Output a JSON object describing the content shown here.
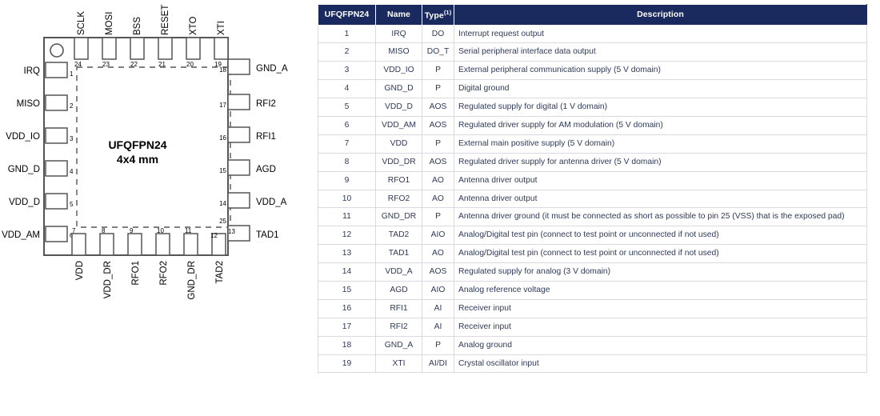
{
  "package_diagram": {
    "center_title": "UFQFPN24",
    "center_subtitle": "4x4 mm",
    "exposed_pad_number": "25",
    "pin1_marker": "pin1-dot-circle",
    "top_pins": [
      {
        "number": "24",
        "label": "SCLK"
      },
      {
        "number": "23",
        "label": "MOSI"
      },
      {
        "number": "22",
        "label": "BSS"
      },
      {
        "number": "21",
        "label": "RESET"
      },
      {
        "number": "20",
        "label": "XTO"
      },
      {
        "number": "19",
        "label": "XTI"
      }
    ],
    "left_pins": [
      {
        "number": "1",
        "label": "IRQ"
      },
      {
        "number": "2",
        "label": "MISO"
      },
      {
        "number": "3",
        "label": "VDD_IO"
      },
      {
        "number": "4",
        "label": "GND_D"
      },
      {
        "number": "5",
        "label": "VDD_D"
      },
      {
        "number": "6",
        "label": "VDD_AM"
      }
    ],
    "right_pins": [
      {
        "number": "18",
        "label": "GND_A"
      },
      {
        "number": "17",
        "label": "RFI2"
      },
      {
        "number": "16",
        "label": "RFI1"
      },
      {
        "number": "15",
        "label": "AGD"
      },
      {
        "number": "14",
        "label": "VDD_A"
      },
      {
        "number": "13",
        "label": "TAD1"
      }
    ],
    "bottom_pins": [
      {
        "number": "7",
        "label": "VDD"
      },
      {
        "number": "8",
        "label": "VDD_DR"
      },
      {
        "number": "9",
        "label": "RFO1"
      },
      {
        "number": "10",
        "label": "RFO2"
      },
      {
        "number": "11",
        "label": "GND_DR"
      },
      {
        "number": "12",
        "label": "TAD2"
      }
    ]
  },
  "pin_table": {
    "headers": {
      "package": "UFQFPN24",
      "name": "Name",
      "type": "Type",
      "type_footnote": "(1)",
      "description": "Description"
    },
    "rows": [
      {
        "num": "1",
        "name": "IRQ",
        "type": "DO",
        "desc": "Interrupt request output"
      },
      {
        "num": "2",
        "name": "MISO",
        "type": "DO_T",
        "desc": "Serial peripheral interface data output"
      },
      {
        "num": "3",
        "name": "VDD_IO",
        "type": "P",
        "desc": "External peripheral communication supply (5 V domain)"
      },
      {
        "num": "4",
        "name": "GND_D",
        "type": "P",
        "desc": "Digital ground"
      },
      {
        "num": "5",
        "name": "VDD_D",
        "type": "AOS",
        "desc": "Regulated supply for digital (1 V domain)"
      },
      {
        "num": "6",
        "name": "VDD_AM",
        "type": "AOS",
        "desc": "Regulated driver supply for AM modulation (5 V domain)"
      },
      {
        "num": "7",
        "name": "VDD",
        "type": "P",
        "desc": "External main positive supply (5 V domain)"
      },
      {
        "num": "8",
        "name": "VDD_DR",
        "type": "AOS",
        "desc": "Regulated driver supply for antenna driver (5 V domain)"
      },
      {
        "num": "9",
        "name": "RFO1",
        "type": "AO",
        "desc": "Antenna driver output"
      },
      {
        "num": "10",
        "name": "RFO2",
        "type": "AO",
        "desc": "Antenna driver output"
      },
      {
        "num": "11",
        "name": "GND_DR",
        "type": "P",
        "desc": "Antenna driver ground (it must be connected as short as possible to pin 25 (VSS) that is the exposed pad)"
      },
      {
        "num": "12",
        "name": "TAD2",
        "type": "AIO",
        "desc": "Analog/Digital test pin (connect to test point or unconnected if not used)"
      },
      {
        "num": "13",
        "name": "TAD1",
        "type": "AO",
        "desc": "Analog/Digital test pin (connect to test point or unconnected if not used)"
      },
      {
        "num": "14",
        "name": "VDD_A",
        "type": "AOS",
        "desc": "Regulated supply for analog (3 V domain)"
      },
      {
        "num": "15",
        "name": "AGD",
        "type": "AIO",
        "desc": "Analog reference voltage"
      },
      {
        "num": "16",
        "name": "RFI1",
        "type": "AI",
        "desc": "Receiver input"
      },
      {
        "num": "17",
        "name": "RFI2",
        "type": "AI",
        "desc": "Receiver input"
      },
      {
        "num": "18",
        "name": "GND_A",
        "type": "P",
        "desc": "Analog ground"
      },
      {
        "num": "19",
        "name": "XTI",
        "type": "AI/DI",
        "desc": "Crystal oscillator input"
      }
    ]
  },
  "colors": {
    "header_bg": "#1b2a5e",
    "header_text": "#ffffff",
    "cell_text": "#2f3a57",
    "grid_line": "#d7dae2",
    "diagram_stroke": "#555555"
  }
}
